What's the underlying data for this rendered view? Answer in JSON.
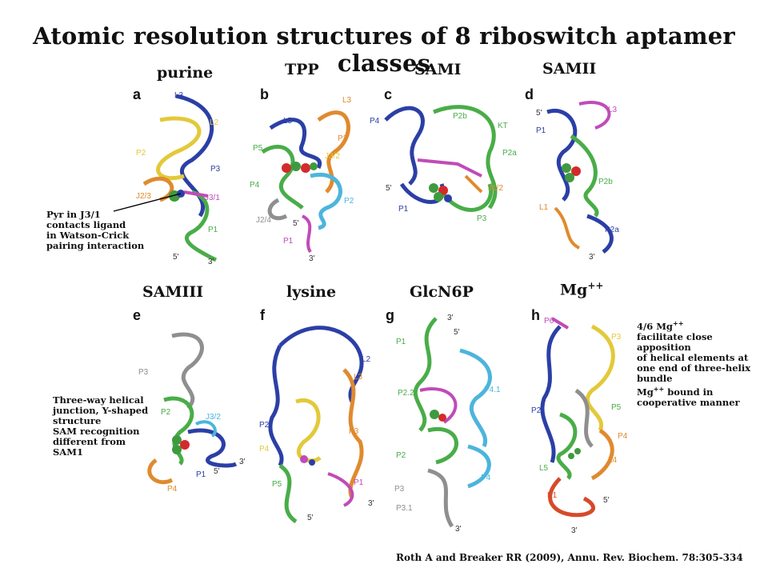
{
  "title": "Atomic resolution structures of 8 riboswitch aptamer classes",
  "colors": {
    "blue": "#2b3fa6",
    "yellow": "#e3c93a",
    "orange": "#e08a2e",
    "green": "#49ad48",
    "magenta": "#c04bb8",
    "cyan": "#4cb5dc",
    "gray": "#8f8f8f",
    "red": "#d64a2a",
    "ligand_red": "#d32b2b",
    "ligand_green": "#3f9a3f"
  },
  "panels": [
    {
      "letter": "a",
      "class": "purine",
      "labels": [
        "L3",
        "L2",
        "P2",
        "P3",
        "J2/3",
        "J3/1",
        "P1",
        "5'",
        "3'"
      ]
    },
    {
      "letter": "b",
      "class": "TPP",
      "labels": [
        "L5",
        "L3",
        "P5",
        "P3",
        "J3/2",
        "P4",
        "P2",
        "J2/4",
        "5'",
        "P1",
        "3'"
      ]
    },
    {
      "letter": "c",
      "class": "SAMI",
      "labels": [
        "P4",
        "P2b",
        "KT",
        "P2a",
        "5'",
        "J1/2",
        "P1",
        "P3"
      ]
    },
    {
      "letter": "d",
      "class": "SAMII",
      "class_sup": "",
      "labels": [
        "5'",
        "L3",
        "P1",
        "P2b",
        "L1",
        "P2a",
        "3'"
      ]
    },
    {
      "letter": "e",
      "class": "SAMIII",
      "labels": [
        "P3",
        "P2",
        "J3/2",
        "3'",
        "5'",
        "P1",
        "P4"
      ]
    },
    {
      "letter": "f",
      "class": "lysine",
      "labels": [
        "L2",
        "L3",
        "P3",
        "P2",
        "P4",
        "P1",
        "P5",
        "3'",
        "5'"
      ]
    },
    {
      "letter": "g",
      "class": "GlcN6P",
      "labels": [
        "3'",
        "5'",
        "P1",
        "P4.1",
        "P2.2",
        "P2",
        "P4",
        "P3",
        "P3.1",
        "3'"
      ]
    },
    {
      "letter": "h",
      "class": "Mg",
      "class_sup": "++",
      "labels": [
        "P6",
        "P3",
        "P2",
        "P5",
        "P4",
        "L4",
        "L5",
        "P1",
        "5'",
        "3'"
      ]
    }
  ],
  "annotations": {
    "purine": "Pyr in J3/1\ncontacts ligand\nin Watson-Crick\npairing interaction",
    "samiii": "Three-way helical\njunction, Y-shaped\nstructure\nSAM recognition\ndifferent from\nSAM1",
    "mg_line1": "4/6 Mg",
    "mg_sup1": "++",
    "mg_rest": "facilitate close apposition\nof helical elements at\none end of three-helix\nbundle",
    "mg_line2": "Mg",
    "mg_sup2": "++",
    "mg_tail": " bound in\ncooperative manner"
  },
  "citation": "Roth A and Breaker RR (2009), Annu. Rev. Biochem. 78:305-334"
}
